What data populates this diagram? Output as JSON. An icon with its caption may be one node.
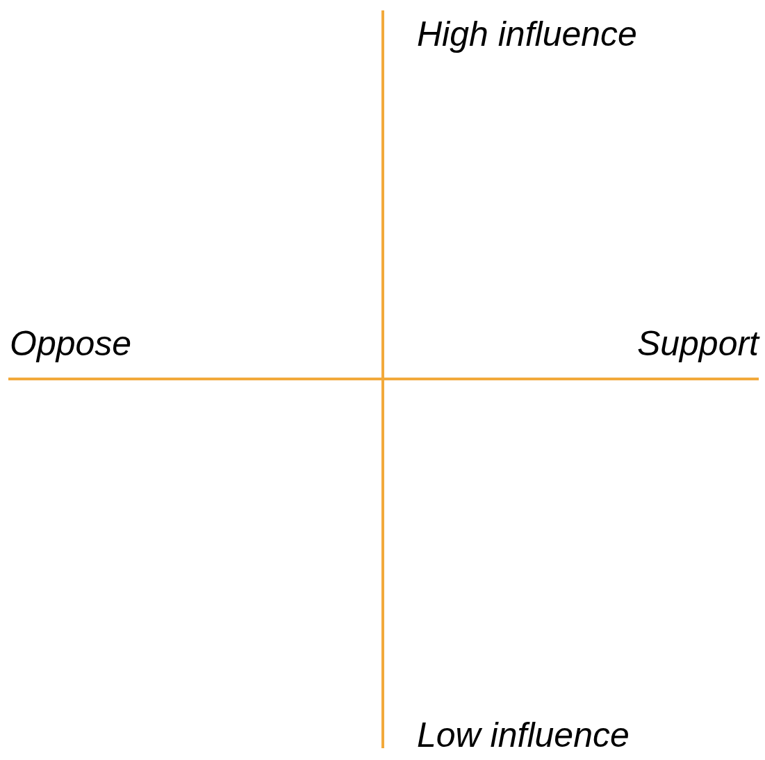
{
  "diagram": {
    "labels": [
      "High influence",
      "Oppose",
      "Support",
      "Low influence"
    ]
  }
}
